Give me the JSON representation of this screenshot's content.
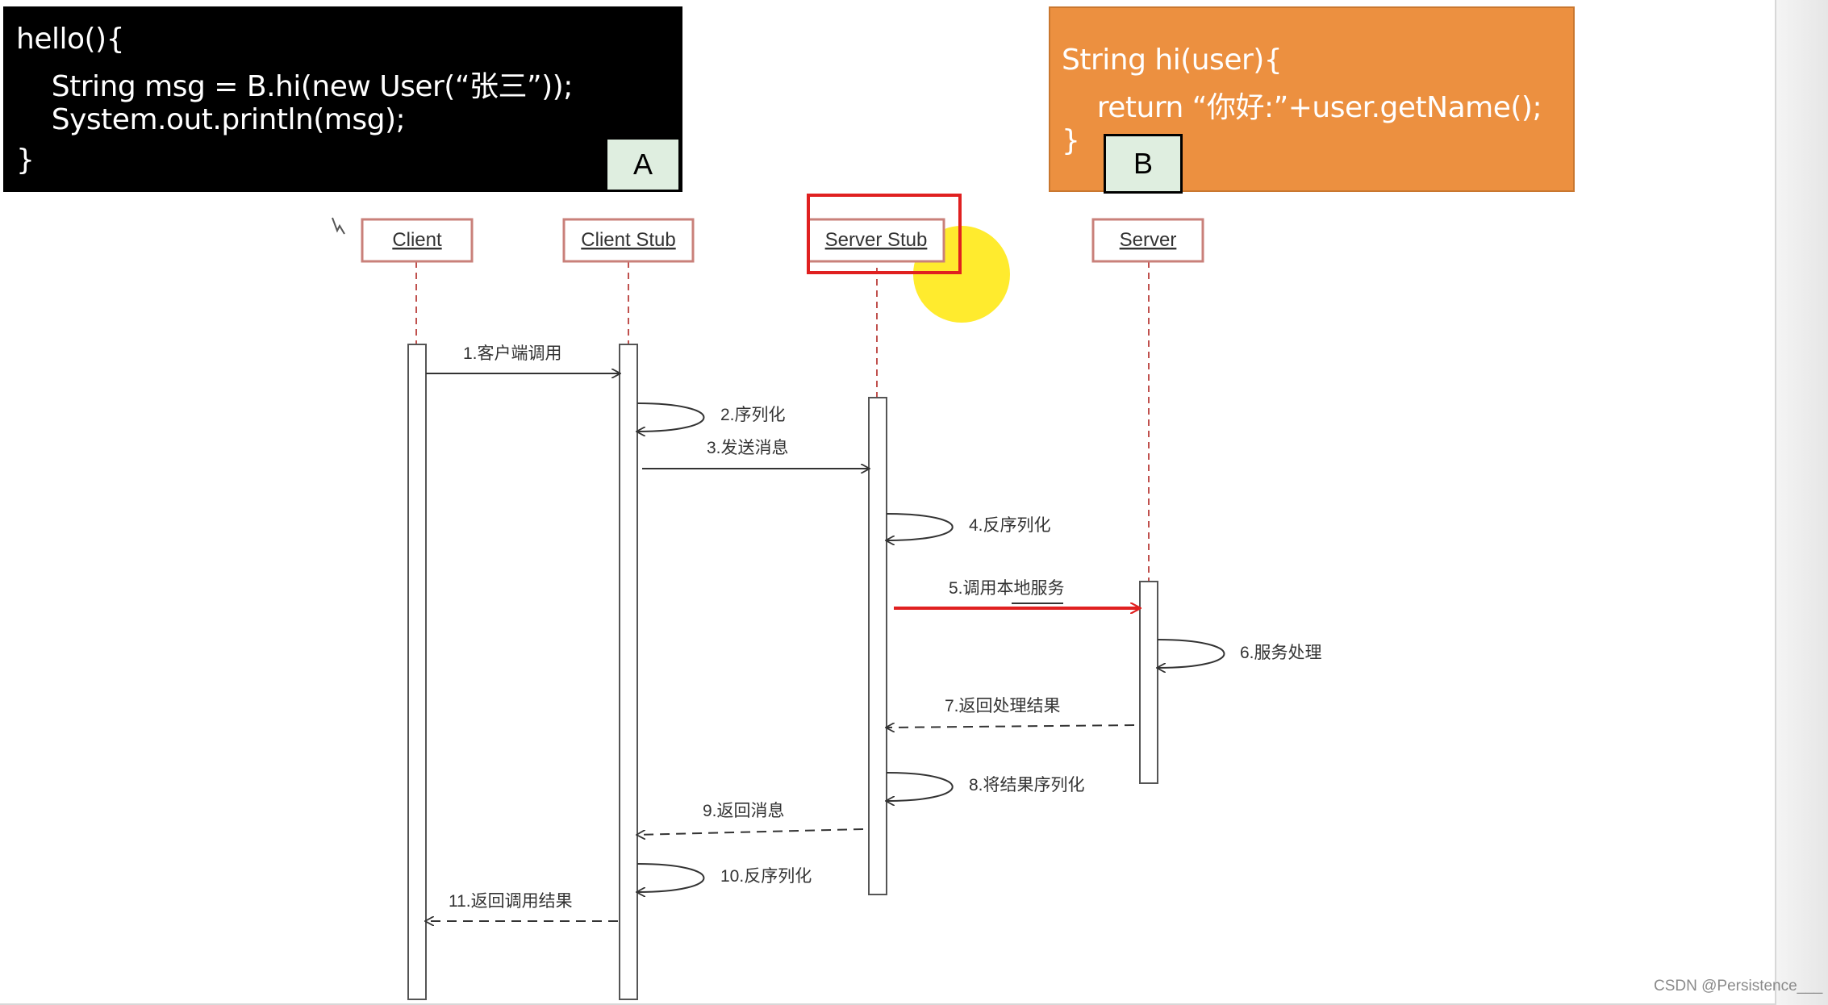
{
  "code_a": {
    "lines": [
      "hello(){",
      "    String msg = B.hi(new User(“张三”));",
      "    System.out.println(msg);",
      "}"
    ],
    "tag": "A"
  },
  "code_b": {
    "lines": [
      "String hi(user){",
      "    return “你好:”+user.getName();",
      "}"
    ],
    "tag": "B"
  },
  "participants": [
    "Client",
    "Client Stub",
    "Server Stub",
    "Server"
  ],
  "messages": [
    "1.客户端调用",
    "2.序列化",
    "3.发送消息",
    "4.反序列化",
    "5.调用本地服务",
    "6.服务处理",
    "7.返回处理结果",
    "8.将结果序列化",
    "9.返回消息",
    "10.反序列化",
    "11.返回调用结果"
  ],
  "colors": {
    "code_a_bg": "#000000",
    "code_b_bg": "#ec9040",
    "tag_bg": "#dfeee0",
    "participant_border": "#c9807a",
    "lifeline": "#c0504d",
    "highlight_box": "#e02020",
    "highlight_arrow": "#e02020",
    "cursor_spot": "#ffe600"
  },
  "watermark": "CSDN @Persistence___"
}
